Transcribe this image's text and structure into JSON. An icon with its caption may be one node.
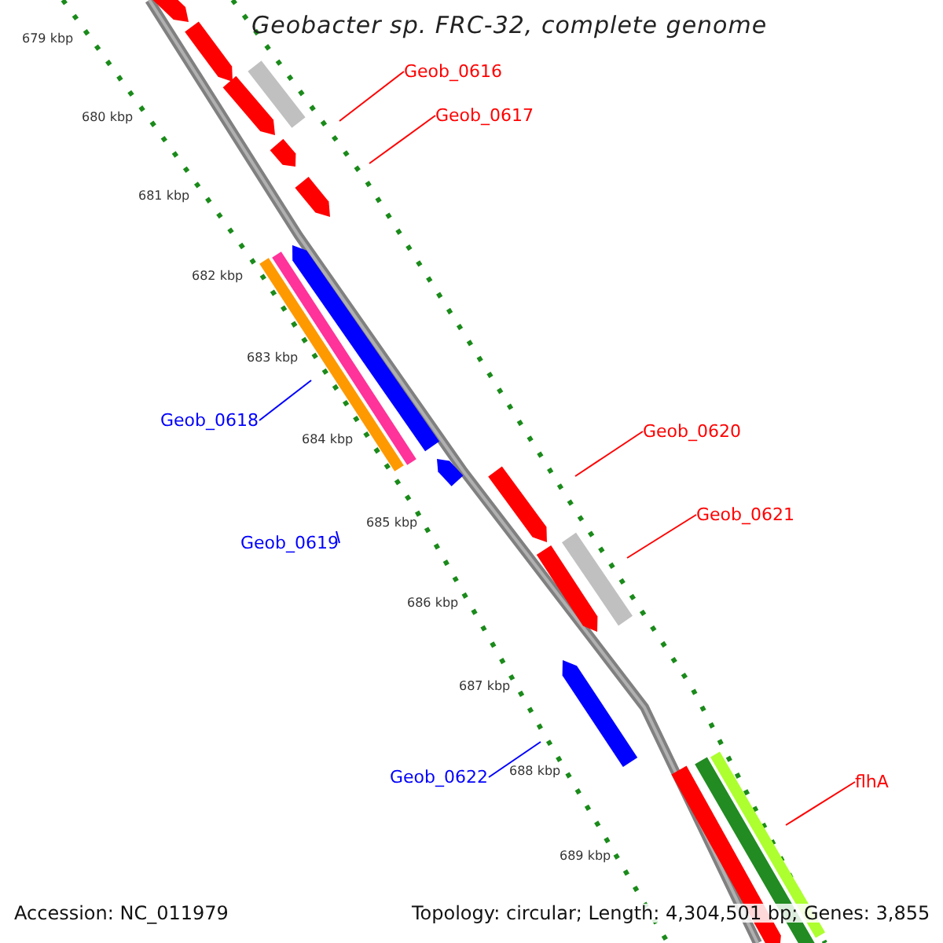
{
  "diagram": {
    "title": "Geobacter sp. FRC-32, complete genome",
    "nodes": [
      {
        "text": [
          "Geob_0616"
        ]
      },
      {
        "text": [
          "Geob_0617"
        ]
      },
      {
        "text": [
          "Geob_0618"
        ]
      },
      {
        "text": [
          "Geob_0619"
        ]
      },
      {
        "text": [
          "Geob_0620"
        ]
      },
      {
        "text": [
          "Geob_0621"
        ]
      },
      {
        "text": [
          "Geob_0622"
        ]
      },
      {
        "text": [
          "flhA"
        ]
      }
    ],
    "edges": [
      {
        "from": 0,
        "to": null,
        "arrow": "none"
      },
      {
        "from": 1,
        "to": null,
        "arrow": "none"
      },
      {
        "from": 2,
        "to": null,
        "arrow": "none",
        "color": "#0000ff"
      },
      {
        "from": 3,
        "to": null,
        "arrow": "none",
        "color": "#0000ff"
      },
      {
        "from": 4,
        "to": null,
        "arrow": "none"
      },
      {
        "from": 5,
        "to": null,
        "arrow": "none"
      },
      {
        "from": 6,
        "to": null,
        "arrow": "none",
        "color": "#0000ff"
      },
      {
        "from": 7,
        "to": null,
        "arrow": "none"
      }
    ],
    "labels": [
      "679 kbp",
      "680 kbp",
      "681 kbp",
      "682 kbp",
      "683 kbp",
      "684 kbp",
      "685 kbp",
      "686 kbp",
      "687 kbp",
      "688 kbp",
      "689 kbp",
      "Accession: NC_011979",
      "Topology: circular; Length: 4,304,501 bp; Genes: 3,855"
    ]
  }
}
